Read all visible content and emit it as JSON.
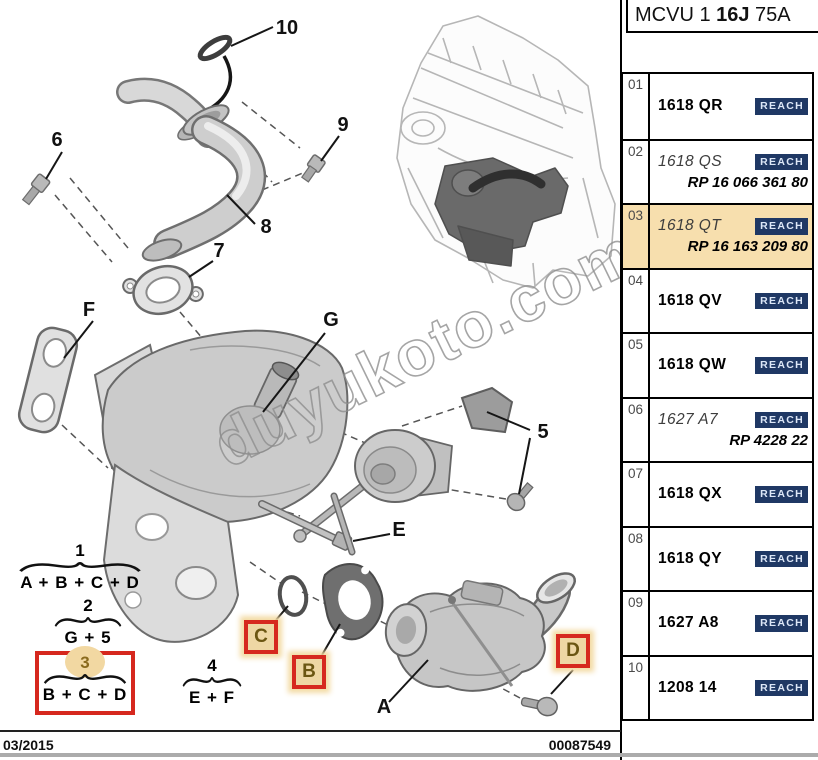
{
  "header": {
    "title_part1": "MCVU 1 ",
    "title_part2": "16J",
    "title_part3": " 75A"
  },
  "reach_label": "REACH",
  "parts_table": {
    "rows": [
      {
        "num": "01",
        "code": "1618 QR",
        "rp": ""
      },
      {
        "num": "02",
        "code": "1618 QS",
        "rp": "RP 16 066 361 80"
      },
      {
        "num": "03",
        "code": "1618 QT",
        "rp": "RP 16 163 209 80"
      },
      {
        "num": "04",
        "code": "1618 QV",
        "rp": ""
      },
      {
        "num": "05",
        "code": "1618 QW",
        "rp": ""
      },
      {
        "num": "06",
        "code": "1627 A7",
        "rp": "RP 4228 22"
      },
      {
        "num": "07",
        "code": "1618 QX",
        "rp": ""
      },
      {
        "num": "08",
        "code": "1618 QY",
        "rp": ""
      },
      {
        "num": "09",
        "code": "1627 A8",
        "rp": ""
      },
      {
        "num": "10",
        "code": "1208 14",
        "rp": ""
      }
    ]
  },
  "footer": {
    "date": "03/2015",
    "doc_number": "00087549"
  },
  "diagram": {
    "watermark": "duyukoto.com",
    "callouts": {
      "c5": "5",
      "c6": "6",
      "c7": "7",
      "c8": "8",
      "c9": "9",
      "c10": "10",
      "A": "A",
      "B": "B",
      "C": "C",
      "D": "D",
      "E": "E",
      "F": "F",
      "G": "G"
    },
    "formulas": [
      {
        "num": "1",
        "expr": "A + B + C + D"
      },
      {
        "num": "2",
        "expr": "G + 5"
      },
      {
        "num": "3",
        "expr": "B + C + D"
      },
      {
        "num": "4",
        "expr": "E + F"
      }
    ]
  },
  "colors": {
    "highlight_row": "#F7DFAE",
    "reach_badge_bg": "#1F3864",
    "highlight_box_red": "#D6281E",
    "highlight_tan": "#F0D7A2"
  }
}
